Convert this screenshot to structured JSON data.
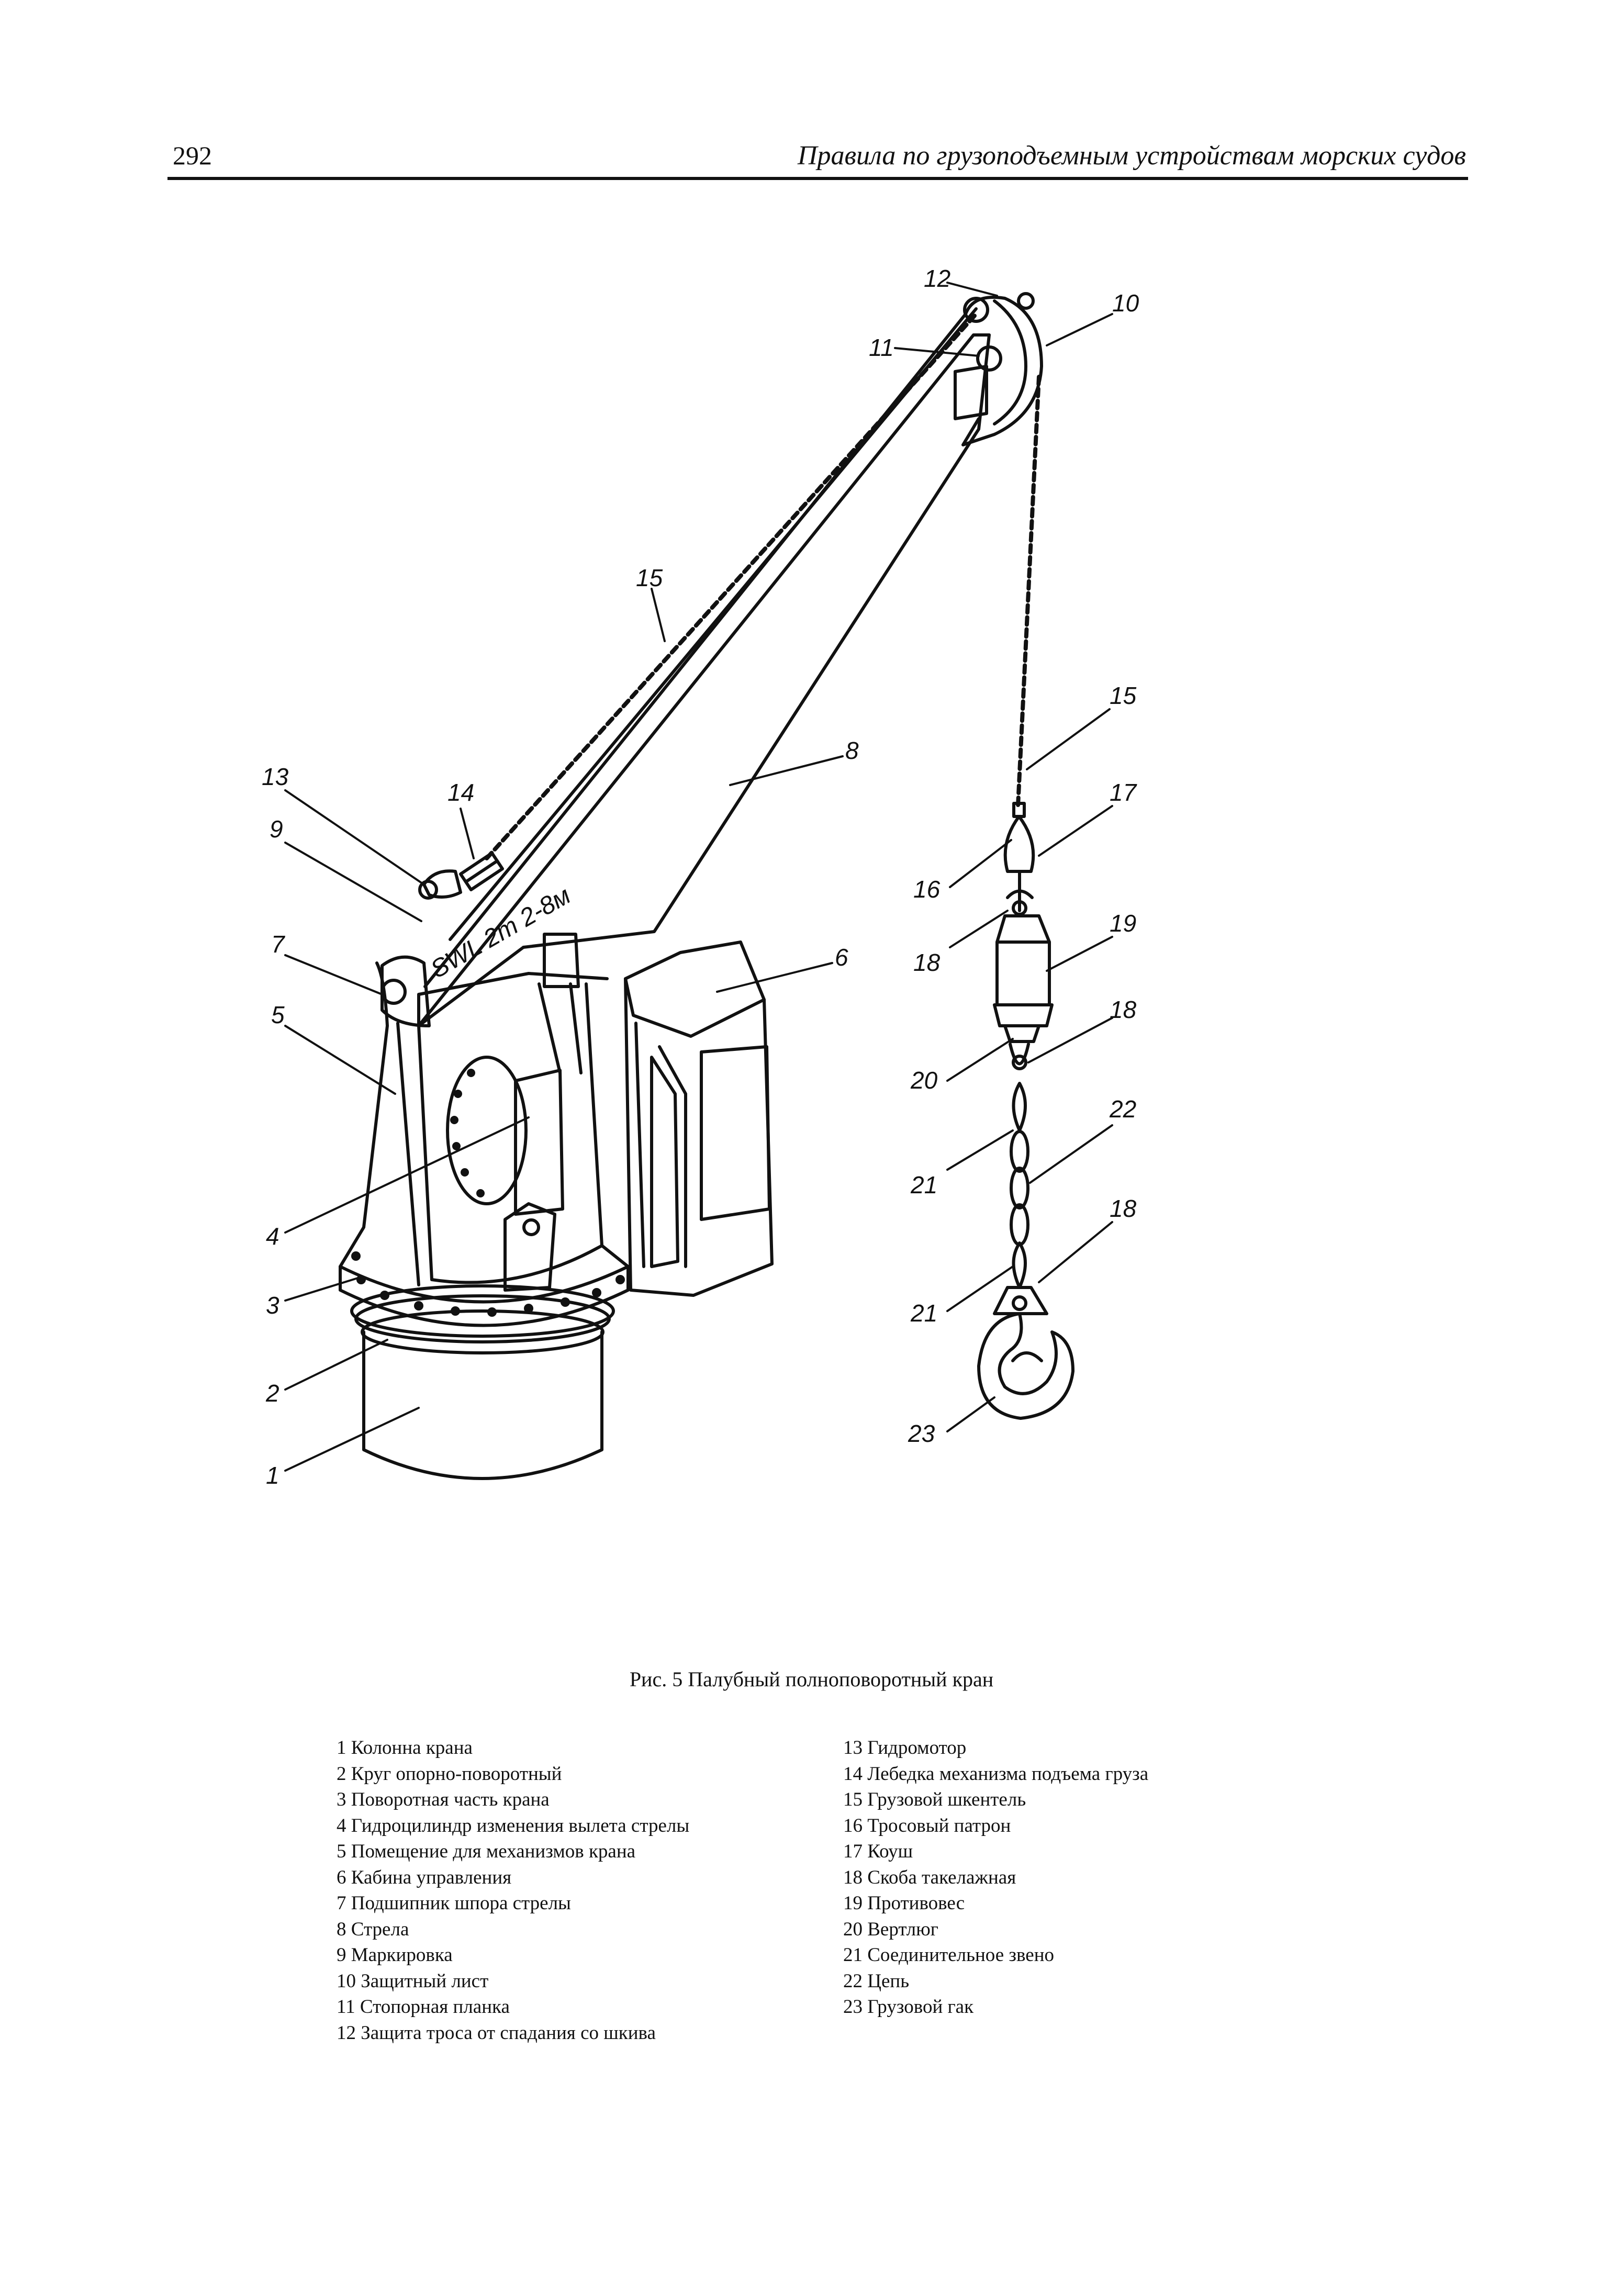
{
  "header": {
    "page_number": "292",
    "running_title": "Правила по грузоподъемным устройствам морских судов"
  },
  "figure": {
    "marking_text": "SWL 2т 2-8м",
    "callouts": [
      "1",
      "2",
      "3",
      "4",
      "5",
      "6",
      "7",
      "8",
      "9",
      "10",
      "11",
      "12",
      "13",
      "14",
      "15",
      "15",
      "16",
      "17",
      "18",
      "18",
      "18",
      "19",
      "20",
      "21",
      "21",
      "22",
      "23"
    ],
    "caption": "Рис. 5 Палубный полноповоротный кран"
  },
  "legend": {
    "left": [
      "1 Колонна крана",
      "2 Круг опорно-поворотный",
      "3 Поворотная часть крана",
      "4 Гидроцилиндр изменения вылета стрелы",
      "5 Помещение для механизмов крана",
      "6 Кабина управления",
      "7 Подшипник шпора стрелы",
      "8 Стрела",
      "9 Маркировка",
      "10 Защитный лист",
      "11 Стопорная планка",
      "12 Защита троса от спадания со шкива"
    ],
    "right": [
      "13 Гидромотор",
      "14 Лебедка механизма подъема груза",
      "15 Грузовой шкентель",
      "16 Тросовый патрон",
      "17 Коуш",
      "18 Скоба такелажная",
      "19 Противовес",
      "20 Вертлюг",
      "21 Соединительное звено",
      "22 Цепь",
      "23 Грузовой гак"
    ]
  }
}
